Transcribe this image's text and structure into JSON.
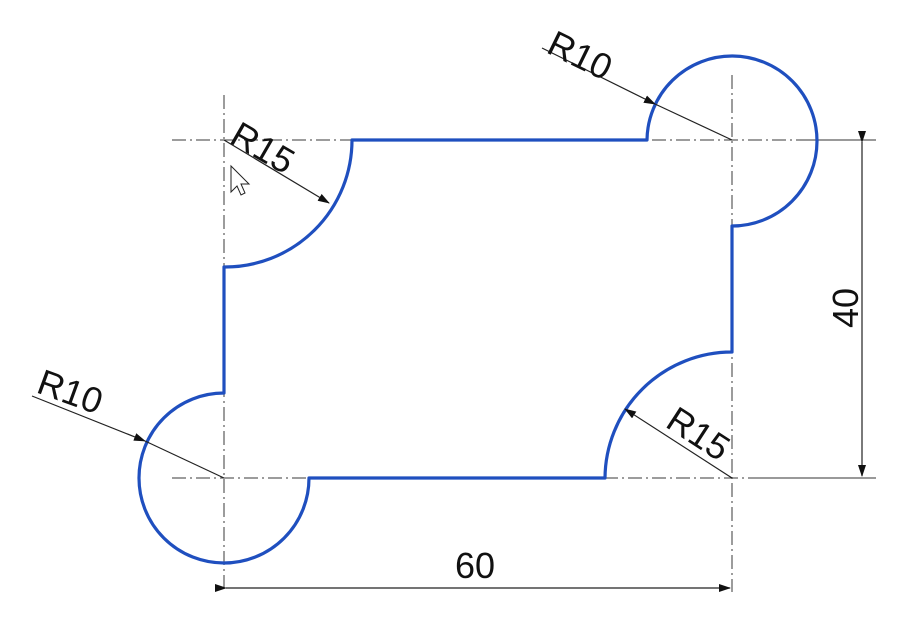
{
  "drawing": {
    "profile_color": "#1f4fbf",
    "dimensions": {
      "top_left_radius": "R15",
      "top_right_radius": "R10",
      "bottom_left_radius": "R10",
      "bottom_right_radius": "R15",
      "width": "60",
      "height": "40"
    }
  }
}
